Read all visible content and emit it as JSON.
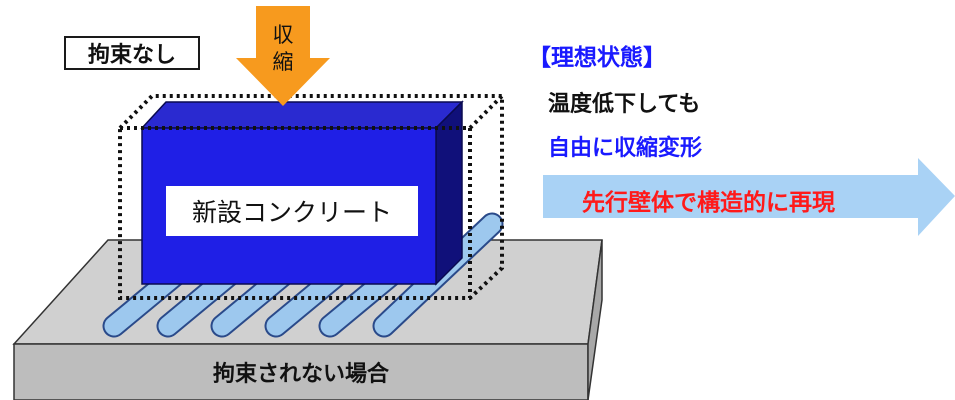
{
  "labels": {
    "no_restraint": "拘束なし",
    "shrink_top": "収",
    "shrink_bottom": "縮",
    "ideal_state": "【理想状態】",
    "ideal_line1": "温度低下しても",
    "ideal_line2": "自由に収縮変形",
    "arrow_text": "先行壁体で構造的に再現",
    "concrete": "新設コンクリート",
    "base": "拘束されない場合"
  },
  "colors": {
    "concrete_front": "#1f1fe6",
    "concrete_top": "#2a2ad0",
    "concrete_side": "#10107a",
    "shrink_arrow": "#f79a1e",
    "roller": "#9dc8ee",
    "base_top": "#d0d0d0",
    "base_front": "#bdbdbd",
    "big_arrow": "#a9d2f5",
    "blue_text": "#1a1aff",
    "red_text": "#ff1a1a"
  },
  "icons": {
    "shrink_arrow": "down-arrow",
    "big_arrow": "right-arrow"
  }
}
